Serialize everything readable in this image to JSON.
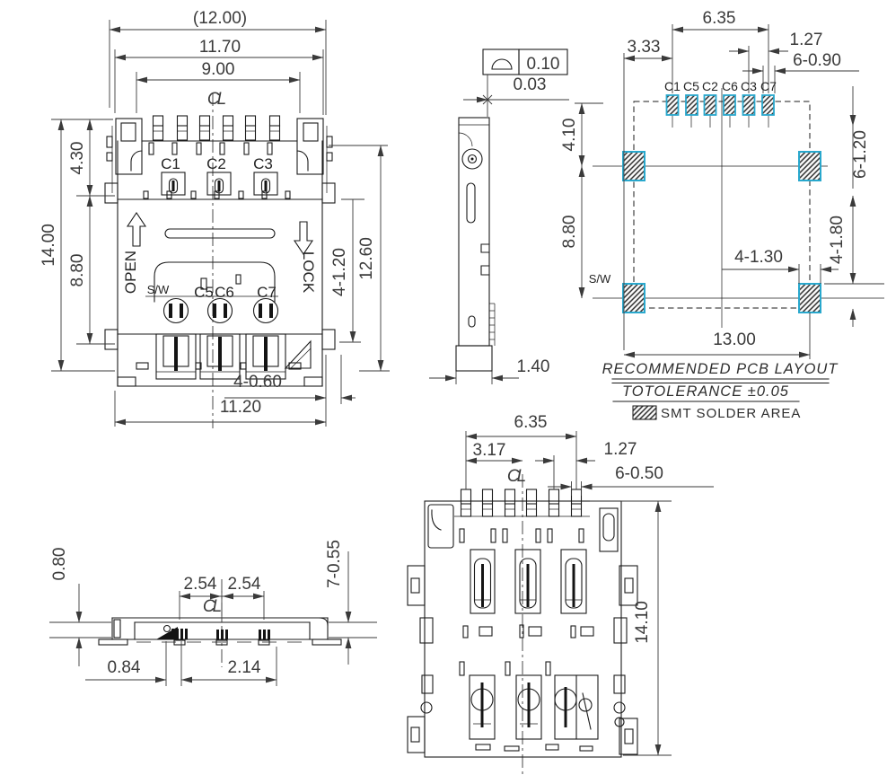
{
  "colors": {
    "line": "#1b1b1b",
    "dim_text": "#3a3a3a",
    "pad_accent": "#29a8cd"
  },
  "plan_view": {
    "dims": {
      "overall_ref": "(12.00)",
      "shell_width": "11.70",
      "pin_span": "9.00",
      "overall_height": "14.00",
      "upper_height": "4.30",
      "lower_height": "8.80",
      "side_tab": "4-1.20",
      "body_height": "12.60",
      "foot_width": "4-0.60",
      "body_width": "11.20"
    },
    "labels": {
      "centerline": "CL",
      "c1": "C1",
      "c2": "C2",
      "c3": "C3",
      "open": "OPEN",
      "lock": "LOCK",
      "switch": "S/W",
      "c5": "C5",
      "c6": "C6",
      "c7": "C7"
    }
  },
  "side_view": {
    "fcf_value": "0.10",
    "dims": {
      "tip_offset": "0.03",
      "thickness": "1.40"
    }
  },
  "pcb_layout": {
    "dims": {
      "pad_span": "6.35",
      "edge_offset": "3.33",
      "pad_pitch": "1.27",
      "pad_size": "6-0.90",
      "upper_height": "4.10",
      "lower_height": "8.80",
      "corner_pad_w": "6-1.20",
      "corner_pad_h": "4-1.80",
      "corner_offset": "4-1.30",
      "pad_width": "13.00"
    },
    "labels": {
      "c1": "C1",
      "c5": "C5",
      "c2": "C2",
      "c6": "C6",
      "c3": "C3",
      "c7": "C7",
      "switch": "S/W"
    },
    "notes": {
      "title": "RECOMMENDED PCB LAYOUT",
      "tolerance": "TOTOLERANCE ±0.05",
      "legend": "SMT SOLDER AREA"
    }
  },
  "front_view": {
    "dims": {
      "standoff": "0.80",
      "pitch_left": "2.54",
      "pitch_right": "2.54",
      "offset_a": "0.84",
      "offset_b": "2.14",
      "pin_height": "7-0.55"
    },
    "labels": {
      "centerline": "CL"
    }
  },
  "bottom_view": {
    "dims": {
      "pad_span": "6.35",
      "half_span": "3.17",
      "pad_pitch": "1.27",
      "pin_width": "6-0.50",
      "overall_height": "14.10"
    },
    "labels": {
      "centerline": "CL"
    }
  }
}
